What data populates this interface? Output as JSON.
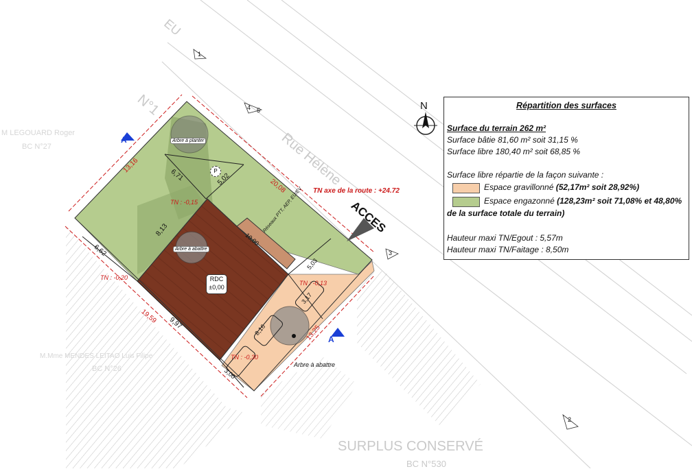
{
  "colors": {
    "lawn": "#b5cc8e",
    "gravel": "#f7ceaa",
    "house": "#7a3621",
    "house_dark": "#5e2616",
    "dimension": "#cc1a1a",
    "section_marker": "#1a3fd6"
  },
  "legend": {
    "title": "Répartition des surfaces",
    "surface_terrain": "Surface du terrain 262 m²",
    "surface_batie": "Surface bâtie 81,60 m² soit 31,15 %",
    "surface_libre": "Surface libre 180,40 m² soit 68,85 %",
    "repartition": "Surface libre répartie de la façon suivante :",
    "gravel_label": "Espace gravillonné ",
    "gravel_value": "(52,17m² soit 28,92%)",
    "lawn_label": "Espace engazonné ",
    "lawn_value": "(128,23m² soit 71,08% et 48,80%",
    "lawn_value_2": "de la surface totale du terrain)",
    "hauteur_egout": "Hauteur maxi TN/Egout : 5,57m",
    "hauteur_faitage": "Hauteur maxi TN/Faitage : 8,50m"
  },
  "labels": {
    "north": "N",
    "street": "Rue Hélène",
    "eu": "EU",
    "n1": "N°1",
    "acces": "ACCES",
    "tn_route": "TN axe de la route : +24.72",
    "rdc": "RDC",
    "rdc_level": "±0,00",
    "arbre_planter": "Arbre à planter",
    "arbre_abattre_1": "Arbre à abattre",
    "arbre_abattre_2": "Arbre à abattre",
    "reseaux": "Réseaux PTT, AEP, EU/EV",
    "surplus": "SURPLUS CONSERVÉ",
    "bc530": "BC N°530",
    "leguard": "M LEGOUARD Roger",
    "bc27": "BC N°27",
    "mendes": "M.Mme MENDES LEITAO Luis Filipe",
    "bc26": "BC N°26",
    "section_a": "A",
    "section_a2": "A",
    "p_marker": "P"
  },
  "tn_levels": [
    "TN : -0,15",
    "TN : -0,20",
    "TN : -0,13",
    "TN : -0,30"
  ],
  "dimensions": [
    "13,16",
    "20,08",
    "6,71",
    "5,02",
    "8,13",
    "6,62",
    "19,59",
    "9,97",
    "10,00",
    "5,03",
    "3,17",
    "8,16",
    "13,25",
    "3,00"
  ],
  "markers": [
    "1",
    "2",
    "3",
    "4",
    "5"
  ]
}
